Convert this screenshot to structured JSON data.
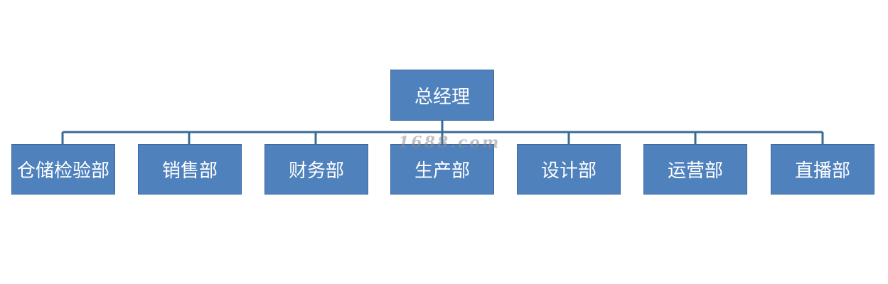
{
  "root": {
    "label": "总经理"
  },
  "departments": [
    {
      "label": "仓储检验部"
    },
    {
      "label": "销售部"
    },
    {
      "label": "财务部"
    },
    {
      "label": "生产部"
    },
    {
      "label": "设计部"
    },
    {
      "label": "运营部"
    },
    {
      "label": "直播部"
    }
  ],
  "watermark": {
    "text": "1688.com"
  },
  "colors": {
    "node_fill": "#4f81bd",
    "node_border": "#3c6aa3",
    "connector": "#3a6b96",
    "text": "#ffffff"
  }
}
